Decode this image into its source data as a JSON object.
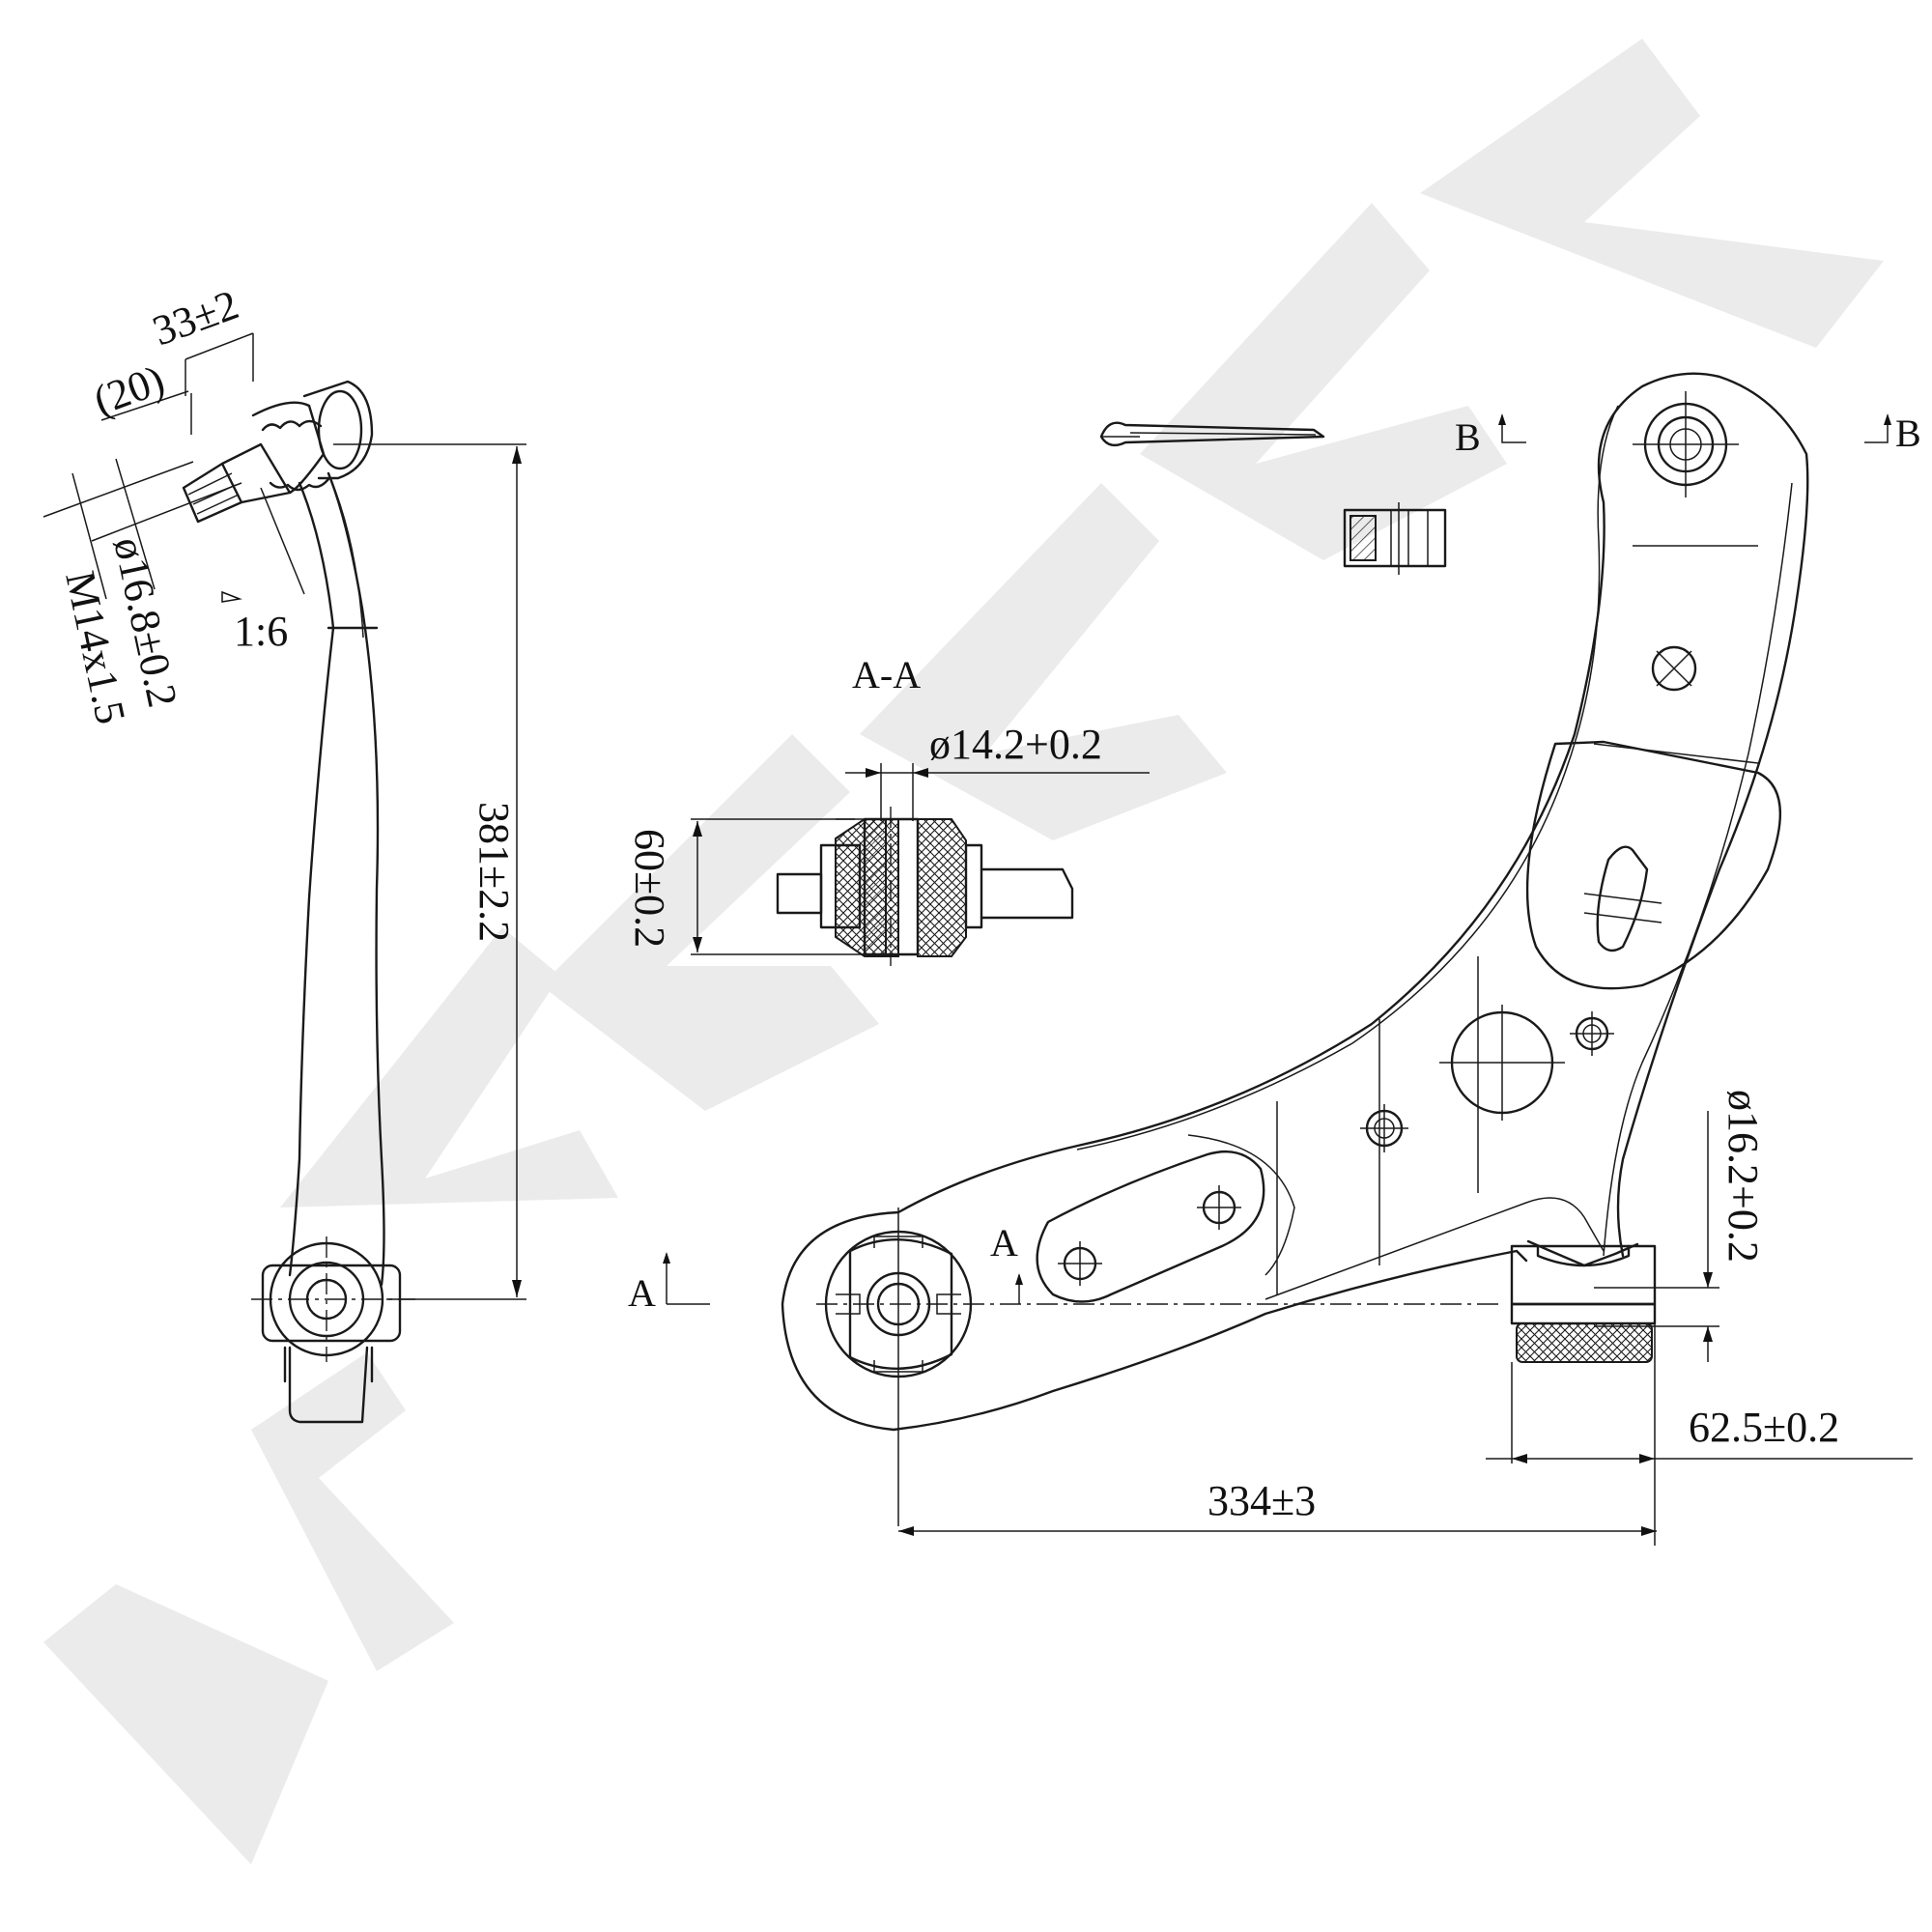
{
  "watermark": {
    "text": "ZENNEK",
    "color": "#ebebeb"
  },
  "dimensions": {
    "d33": "33±2",
    "d20": "(20)",
    "d16_8": "ø16.8±0.2",
    "thread": "M14x1.5",
    "taper": "1:6",
    "height": "381±2.2",
    "bush_dia": "ø14.2+0.2",
    "bush_len": "60±0.2",
    "pin_dia": "ø16.2+0.2",
    "width": "334±3",
    "bush_w": "62.5±0.2"
  },
  "labels": {
    "section_title": "A-A",
    "b_left": "B",
    "b_right": "B",
    "a_left": "A",
    "a_mid": "A"
  }
}
